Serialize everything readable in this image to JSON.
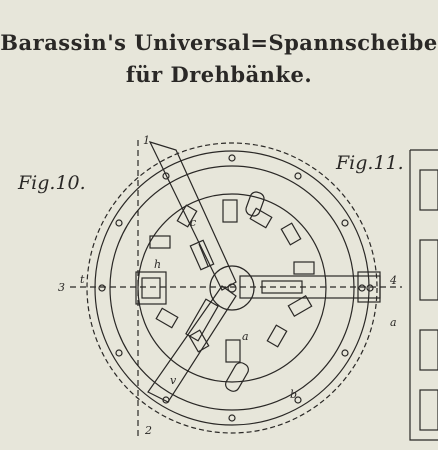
{
  "title": {
    "line1": "Barassin's Universal=Spannscheibe",
    "line2": "für Drehbänke."
  },
  "figures": {
    "fig10": "Fig.10.",
    "fig11": "Fig.11."
  },
  "labels": {
    "l1_top": "1",
    "l2_bottom": "2",
    "l3_left": "3",
    "l4_right": "4",
    "t": "t",
    "h": "h",
    "c": "c",
    "a_center": "a",
    "b": "b",
    "v": "v",
    "a_right": "a"
  },
  "colors": {
    "paper": "#e7e6da",
    "ink": "#2a2826"
  }
}
